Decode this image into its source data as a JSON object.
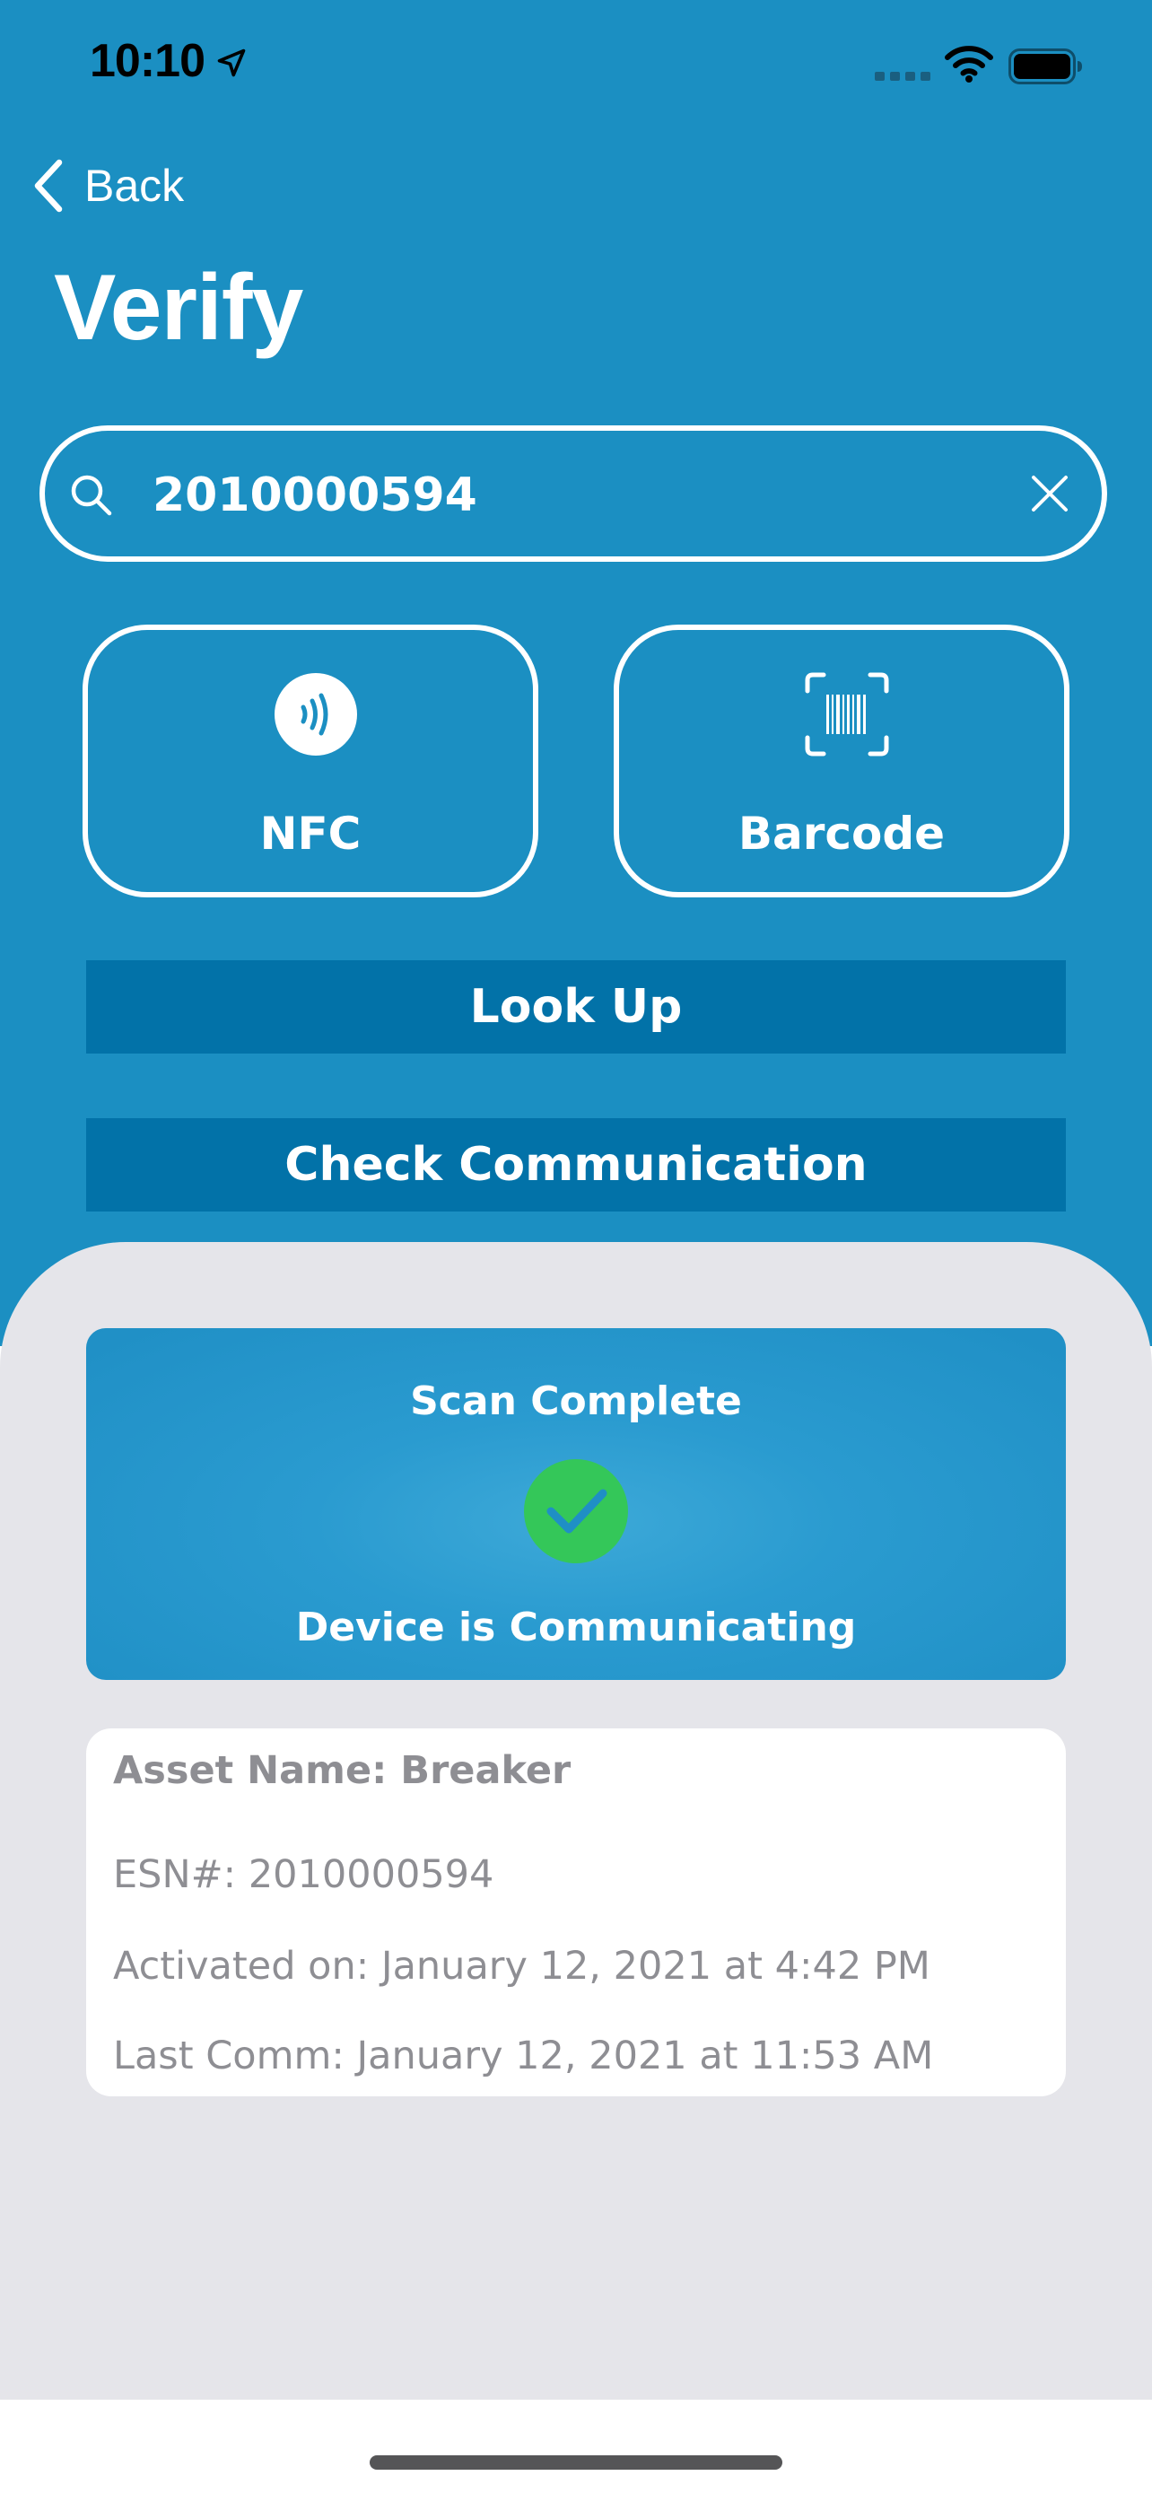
{
  "status_bar": {
    "time": "10:10"
  },
  "nav": {
    "back_label": "Back"
  },
  "page": {
    "title": "Verify"
  },
  "search": {
    "value": "2010000594"
  },
  "scan_buttons": {
    "nfc_label": "NFC",
    "barcode_label": "Barcode"
  },
  "actions": {
    "look_up_label": "Look Up",
    "check_communication_label": "Check Communication"
  },
  "result": {
    "title": "Scan Complete",
    "status": "Device is Communicating"
  },
  "asset": {
    "name": "Asset Name: Breaker",
    "esn": "ESN#: 2010000594",
    "activated": "Activated on: January 12, 2021 at 4:42 PM",
    "last_comm": "Last Comm: January 12, 2021 at 11:53 AM"
  },
  "colors": {
    "header_bg": "#1b8fc2",
    "button_bg": "#0272a8",
    "sheet_bg": "#e5e5ea",
    "success_green": "#34c759",
    "muted_text": "#8e8e93"
  },
  "icons": {
    "location": "location-arrow-icon",
    "signal": "cellular-signal-icon",
    "wifi": "wifi-icon",
    "battery": "battery-icon",
    "back": "chevron-left-icon",
    "search": "search-icon",
    "clear": "close-icon",
    "nfc": "nfc-icon",
    "barcode": "barcode-scan-icon",
    "success": "checkmark-circle-icon"
  }
}
